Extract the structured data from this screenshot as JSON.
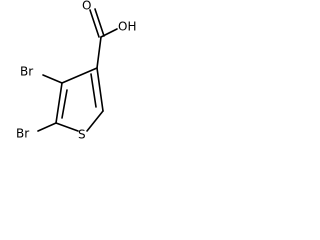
{
  "molecule": {
    "atoms": {
      "oh": "OH",
      "o_carbonyl": "O",
      "br_upper": "Br",
      "br_lower": "Br",
      "s": "S"
    }
  }
}
